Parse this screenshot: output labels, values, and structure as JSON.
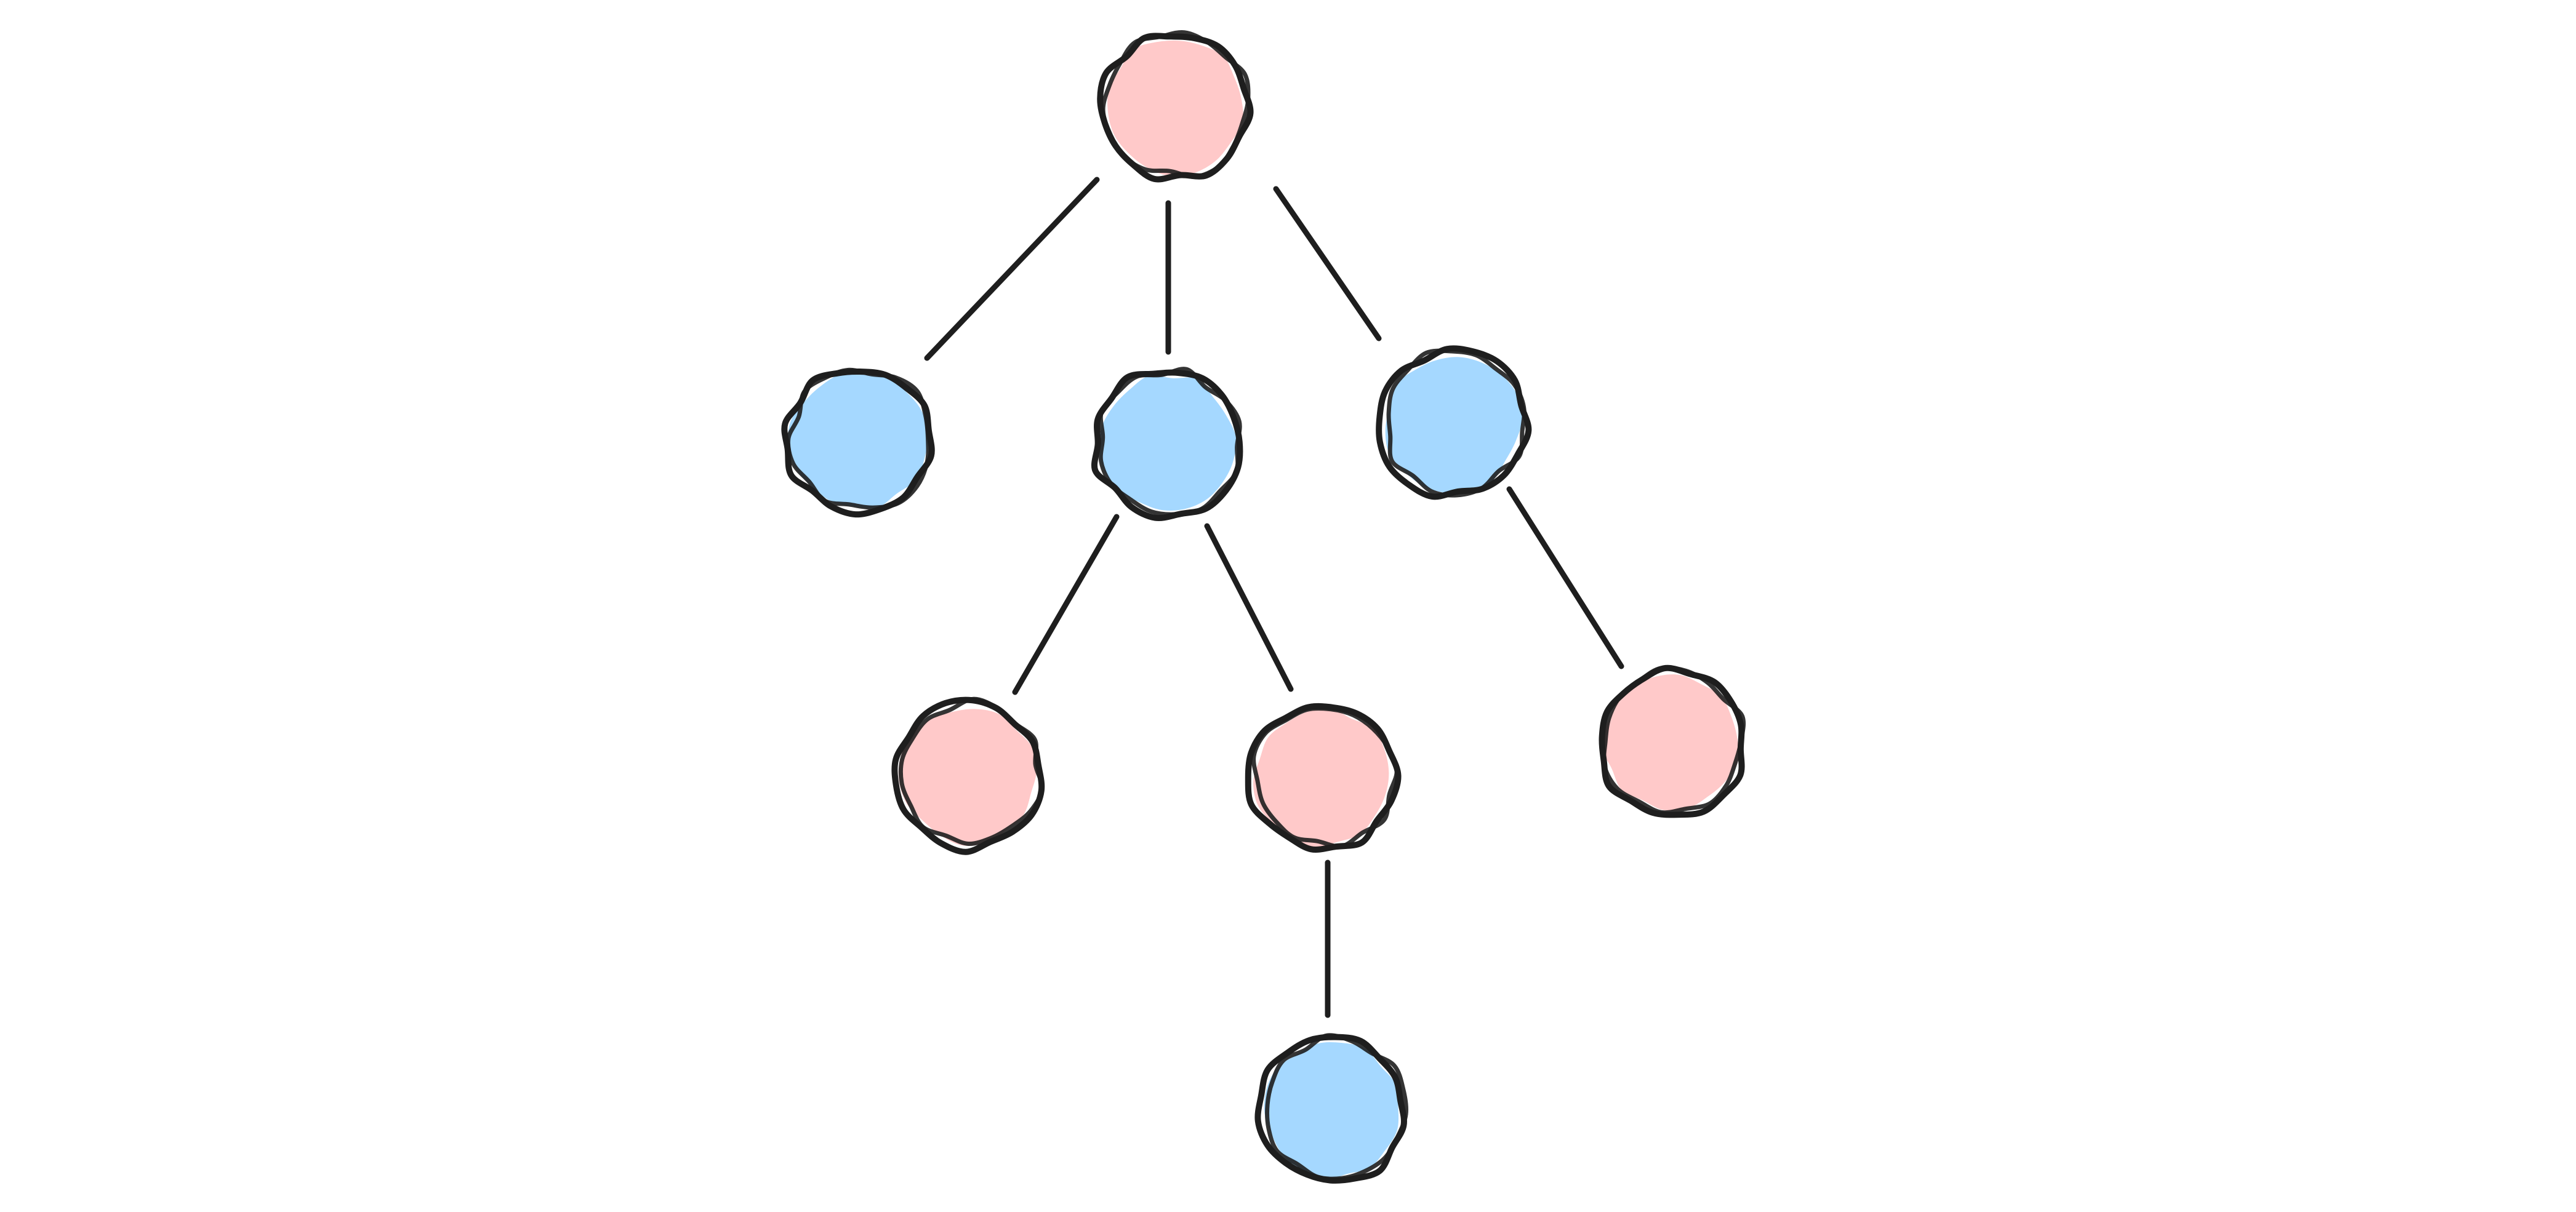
{
  "diagram": {
    "type": "tree",
    "style": "hand-drawn",
    "colors": {
      "red": "#ffc9c9",
      "blue": "#a5d8ff",
      "stroke": "#1e1e1e",
      "background": "#ffffff"
    },
    "nodes": [
      {
        "id": "n1",
        "color": "red"
      },
      {
        "id": "n2",
        "color": "blue"
      },
      {
        "id": "n3",
        "color": "blue"
      },
      {
        "id": "n4",
        "color": "blue"
      },
      {
        "id": "n5",
        "color": "red"
      },
      {
        "id": "n6",
        "color": "red"
      },
      {
        "id": "n7",
        "color": "red"
      },
      {
        "id": "n8",
        "color": "blue"
      }
    ],
    "edges": [
      {
        "from": "n1",
        "to": "n2"
      },
      {
        "from": "n1",
        "to": "n3"
      },
      {
        "from": "n1",
        "to": "n4"
      },
      {
        "from": "n3",
        "to": "n5"
      },
      {
        "from": "n3",
        "to": "n6"
      },
      {
        "from": "n4",
        "to": "n7"
      },
      {
        "from": "n6",
        "to": "n8"
      }
    ]
  }
}
